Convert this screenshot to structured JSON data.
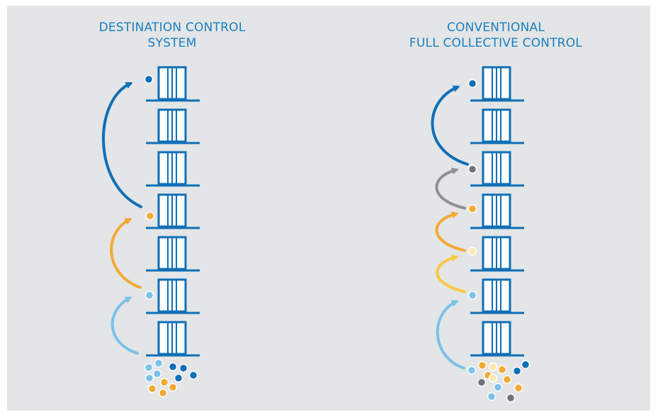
{
  "left": {
    "title_lines": [
      "DESTINATION CONTROL",
      "SYSTEM"
    ]
  },
  "right": {
    "title_lines": [
      "CONVENTIONAL",
      "FULL COLLECTIVE CONTROL"
    ]
  },
  "floor_count": 7,
  "colors": {
    "background": "#e3e5e6",
    "blue_dark": "#0f6fb7",
    "blue_light": "#7cc2e8",
    "orange": "#f2aa35",
    "yellow": "#f9c843",
    "pale_yellow": "#fae7b2",
    "gray": "#8e9194"
  },
  "icons": [
    "elevator-door-icon",
    "passenger-dot-icon",
    "trip-arrow-icon"
  ]
}
